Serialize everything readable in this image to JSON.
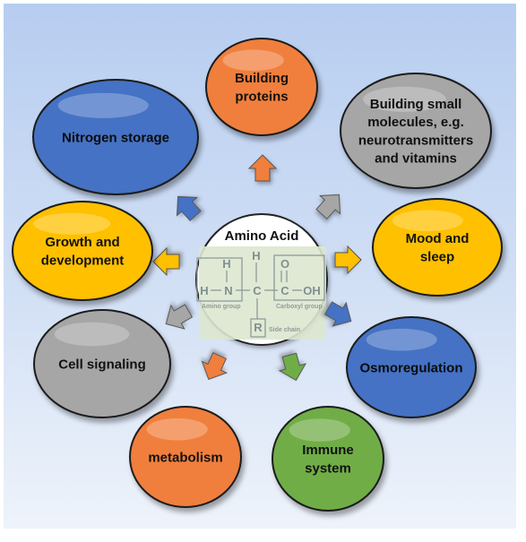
{
  "center": {
    "title": "Amino Acid",
    "formula": {
      "h_top_left": "H",
      "h_top_mid": "H",
      "o_top": "O",
      "h_left": "H",
      "n": "N",
      "c_alpha": "C",
      "c_carboxyl": "C",
      "oh": "OH",
      "r": "R",
      "amino_label": "Amino group",
      "carboxyl_label": "Carboxyl group",
      "side_label": "Side chain"
    }
  },
  "functions": [
    {
      "id": "building-proteins",
      "lines": [
        "Building",
        "proteins"
      ],
      "color": "#f07f3c"
    },
    {
      "id": "building-small-molecules",
      "lines": [
        "Building small",
        "molecules, e.g.",
        "neurotransmitters",
        "and vitamins"
      ],
      "color": "#a6a6a6"
    },
    {
      "id": "mood-and-sleep",
      "lines": [
        "Mood and",
        "sleep"
      ],
      "color": "#ffc000"
    },
    {
      "id": "osmoregulation",
      "lines": [
        "Osmoregulation"
      ],
      "color": "#4472c4"
    },
    {
      "id": "immune-system",
      "lines": [
        "Immune",
        "system"
      ],
      "color": "#70ad47"
    },
    {
      "id": "metabolism",
      "lines": [
        "metabolism"
      ],
      "color": "#f07f3c"
    },
    {
      "id": "cell-signaling",
      "lines": [
        "Cell signaling"
      ],
      "color": "#a6a6a6"
    },
    {
      "id": "growth-and-development",
      "lines": [
        "Growth and",
        "development"
      ],
      "color": "#ffc000"
    },
    {
      "id": "nitrogen-storage",
      "lines": [
        "Nitrogen storage"
      ],
      "color": "#4472c4"
    }
  ]
}
